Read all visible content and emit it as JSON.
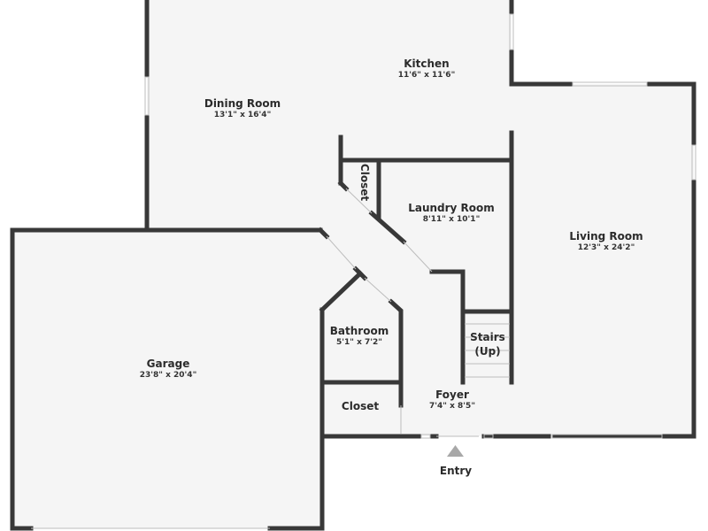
{
  "floorplan": {
    "colors": {
      "wall": "#383838",
      "floor": "#f5f5f5",
      "background": "#ffffff",
      "entry_arrow": "#a8a8a8",
      "window": "#ffffff"
    },
    "rooms": [
      {
        "id": "kitchen",
        "name": "Kitchen",
        "dimensions": "11'6\" x 11'6\""
      },
      {
        "id": "dining",
        "name": "Dining Room",
        "dimensions": "13'1\" x 16'4\""
      },
      {
        "id": "closet_upper",
        "name": "Closet",
        "dimensions": ""
      },
      {
        "id": "laundry",
        "name": "Laundry Room",
        "dimensions": "8'11\" x 10'1\""
      },
      {
        "id": "living",
        "name": "Living Room",
        "dimensions": "12'3\" x 24'2\""
      },
      {
        "id": "garage",
        "name": "Garage",
        "dimensions": "23'8\" x 20'4\""
      },
      {
        "id": "bathroom",
        "name": "Bathroom",
        "dimensions": "5'1\" x 7'2\""
      },
      {
        "id": "stairs",
        "name": "Stairs",
        "sub": "(Up)"
      },
      {
        "id": "closet_lower",
        "name": "Closet",
        "dimensions": ""
      },
      {
        "id": "foyer",
        "name": "Foyer",
        "dimensions": "7'4\" x 8'5\""
      }
    ],
    "entry": {
      "label": "Entry",
      "icon": "triangle-up-icon"
    }
  }
}
